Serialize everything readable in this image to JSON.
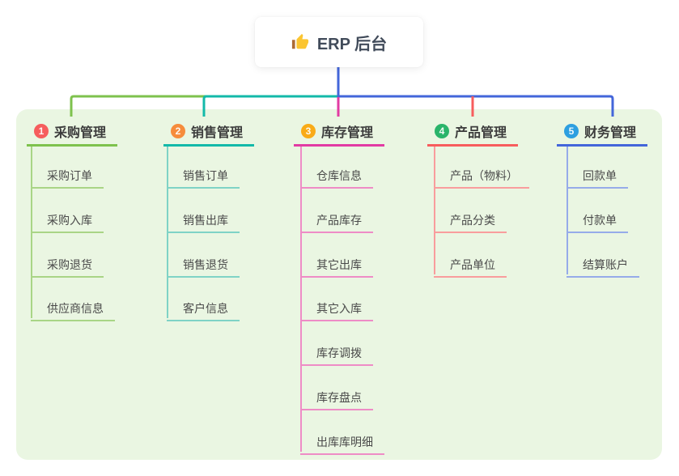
{
  "root": {
    "label": "ERP 后台",
    "icon": "thumbs-up"
  },
  "colors": {
    "page_background": "#ffffff",
    "panel_background": "#eaf6e2",
    "root_text": "#414b5a",
    "heading_text": "#3c3c3c",
    "child_text": "#4a4a4a",
    "root_stem": "#4366da",
    "thumb_hand": "#fbc531",
    "thumb_sleeve": "#ad6b34"
  },
  "branches": [
    {
      "number": "1",
      "label": "采购管理",
      "badge_color": "#f65d5d",
      "line_color": "#7ec24d",
      "child_line_color": "#a9d586",
      "children": [
        "采购订单",
        "采购入库",
        "采购退货",
        "供应商信息"
      ]
    },
    {
      "number": "2",
      "label": "销售管理",
      "badge_color": "#f68c3c",
      "line_color": "#13b9a9",
      "child_line_color": "#7fd3c6",
      "children": [
        "销售订单",
        "销售出库",
        "销售退货",
        "客户信息"
      ]
    },
    {
      "number": "3",
      "label": "库存管理",
      "badge_color": "#f9ab17",
      "line_color": "#e23ba3",
      "child_line_color": "#ee8cc6",
      "children": [
        "仓库信息",
        "产品库存",
        "其它出库",
        "其它入库",
        "库存调拨",
        "库存盘点",
        "出库库明细"
      ]
    },
    {
      "number": "4",
      "label": "产品管理",
      "badge_color": "#2ab46a",
      "line_color": "#f75d5d",
      "child_line_color": "#f99d9d",
      "children": [
        "产品（物料）",
        "产品分类",
        "产品单位"
      ]
    },
    {
      "number": "5",
      "label": "财务管理",
      "badge_color": "#2d9fe0",
      "line_color": "#4366da",
      "child_line_color": "#96abe9",
      "children": [
        "回款单",
        "付款单",
        "结算账户"
      ]
    }
  ]
}
